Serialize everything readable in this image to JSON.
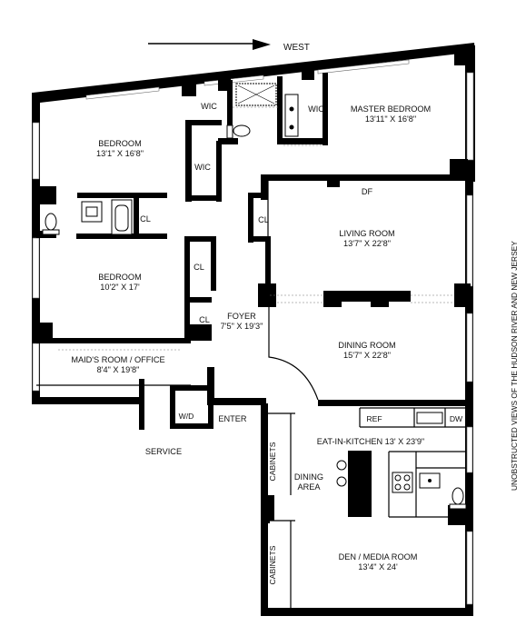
{
  "compass": {
    "label": "WEST"
  },
  "side_note": "UNOBSTRUCTED VIEWS OF THE HUDSON RIVER AND NEW JERSEY",
  "rooms": {
    "master_bedroom": {
      "name": "MASTER BEDROOM",
      "dims": "13'11\" X 16'8\""
    },
    "bedroom1": {
      "name": "BEDROOM",
      "dims": "13'1\" X 16'8\""
    },
    "bedroom2": {
      "name": "BEDROOM",
      "dims": "10'2\" X 17'"
    },
    "living_room": {
      "name": "LIVING ROOM",
      "dims": "13'7\" X 22'8\""
    },
    "dining_room": {
      "name": "DINING ROOM",
      "dims": "15'7\" X 22'8\""
    },
    "foyer": {
      "name": "FOYER",
      "dims": "7'5\" X 19'3\""
    },
    "maids_room": {
      "name": "MAID'S ROOM / OFFICE",
      "dims": "8'4\" X 19'8\""
    },
    "kitchen": {
      "name": "EAT-IN-KITCHEN 13' X 23'9\""
    },
    "dining_area": {
      "line1": "DINING",
      "line2": "AREA"
    },
    "den": {
      "name": "DEN / MEDIA ROOM",
      "dims": "13'4\" X 24'"
    }
  },
  "labels": {
    "wic1": "WIC",
    "wic2": "WIC",
    "wic3": "WIC",
    "cl1": "CL",
    "cl2": "CL",
    "cl3": "CL",
    "cl4": "CL",
    "df": "DF",
    "ref": "REF",
    "dw": "DW",
    "wd": "W/D",
    "enter": "ENTER",
    "service": "SERVICE",
    "cabinets1": "CABINETS",
    "cabinets2": "CABINETS"
  }
}
